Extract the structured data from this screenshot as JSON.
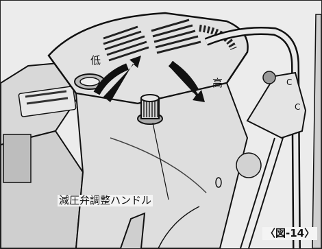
{
  "figure": {
    "label_low": "低",
    "label_high": "高",
    "label_handle": "減圧弁調整ハンドル",
    "figure_number": "〈図-14〉",
    "label_c": "C"
  },
  "colors": {
    "ink": "#111111",
    "paper": "#f3f3f3",
    "shade": "#c9c9c9",
    "dark": "#4a4a4a"
  }
}
